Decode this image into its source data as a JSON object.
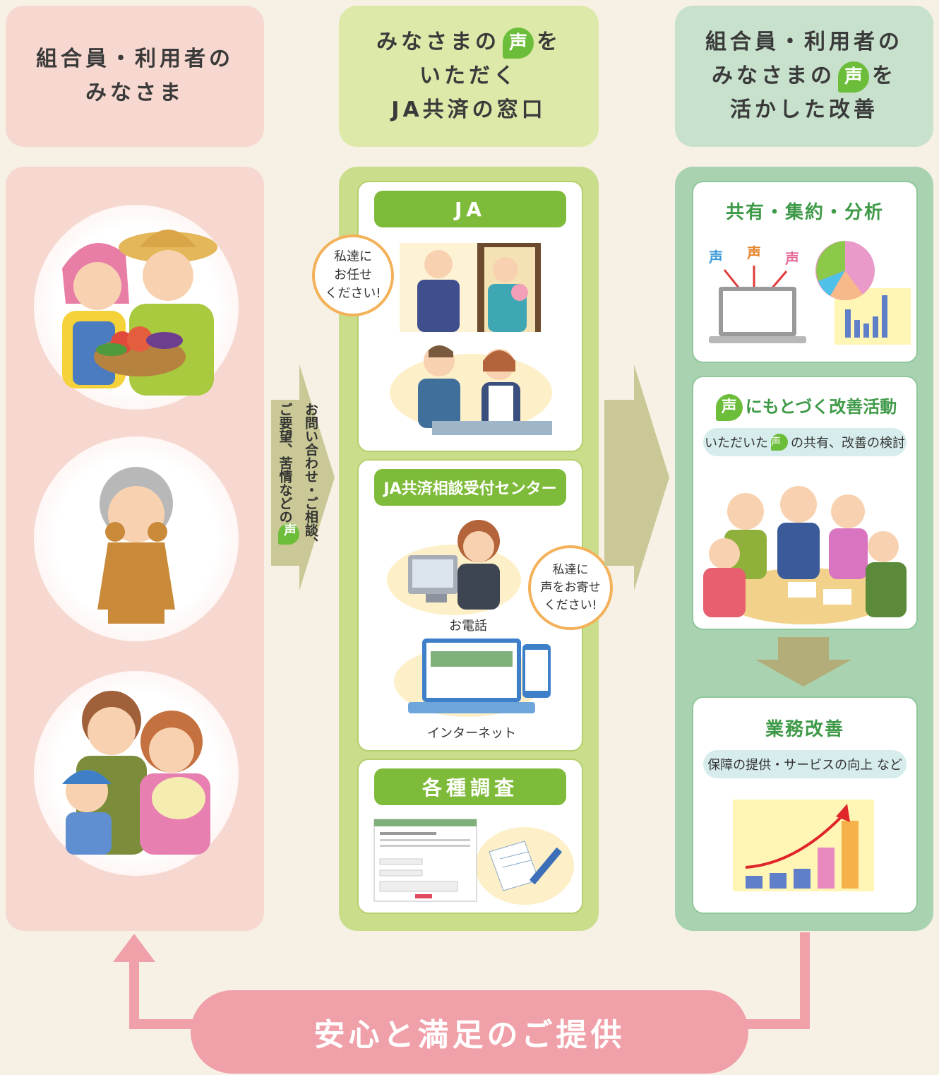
{
  "columns": {
    "left": {
      "title_line1": "組合員・利用者の",
      "title_line2": "みなさま"
    },
    "middle": {
      "title_line1_pre": "みなさまの",
      "title_line1_koe": "声",
      "title_line1_post": "を",
      "title_line2": "いただく",
      "title_line3": "JA共済の窓口"
    },
    "right": {
      "title_line1": "組合員・利用者の",
      "title_line2_pre": "みなさまの",
      "title_line2_koe": "声",
      "title_line2_post": "を",
      "title_line3": "活かした改善"
    }
  },
  "flow_arrow": {
    "line1": "お問い合わせ・ご相談、",
    "line2": "ご要望、苦情などの",
    "koe": "声"
  },
  "ja_card": {
    "title": "JA",
    "bubble_lines": [
      "私達に",
      "お任せ",
      "ください!"
    ]
  },
  "center_card": {
    "title": "JA共済相談受付センター",
    "bubble_lines": [
      "私達に",
      "声をお寄せ",
      "ください!"
    ],
    "phone_caption": "お電話",
    "internet_caption": "インターネット"
  },
  "survey_card": {
    "title": "各種調査"
  },
  "share_card": {
    "title": "共有・集約・分析",
    "koe_labels": [
      "声",
      "声",
      "声"
    ]
  },
  "activity_card": {
    "title_koe": "声",
    "title_text": "にもとづく改善活動",
    "pill_pre": "いただいた",
    "pill_koe": "声",
    "pill_post": "の共有、改善の検討"
  },
  "business_card": {
    "title": "業務改善",
    "pill": "保障の提供・サービスの向上 など"
  },
  "bottom": {
    "label": "安心と満足のご提供"
  },
  "colors": {
    "background": "#f6f1e4",
    "pink": "#f7d8d0",
    "lime": "#cadd8b",
    "green": "#a9d3b0",
    "accent_green": "#7fbb3a",
    "bubble_border": "#f3b15a",
    "loop_arrow": "#f0a0a8"
  }
}
